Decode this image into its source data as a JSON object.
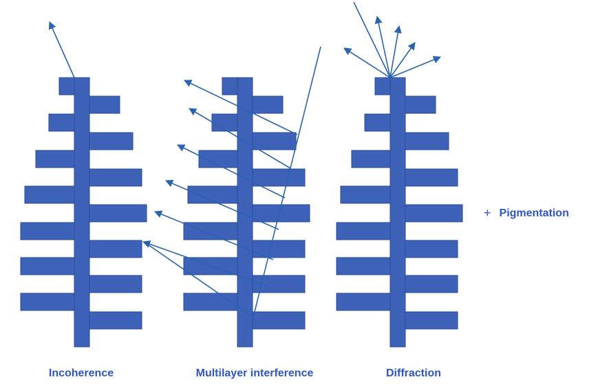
{
  "colors": {
    "scale": "#3e62b8",
    "scale_edge": "#2b4a95",
    "ray": "#2a63b0",
    "label": "#2f56c6"
  },
  "labels": {
    "incoherence": "Incoherence",
    "multilayer": "Multilayer interference",
    "diffraction": "Diffraction",
    "plus": "+",
    "pigmentation": "Pigmentation"
  }
}
